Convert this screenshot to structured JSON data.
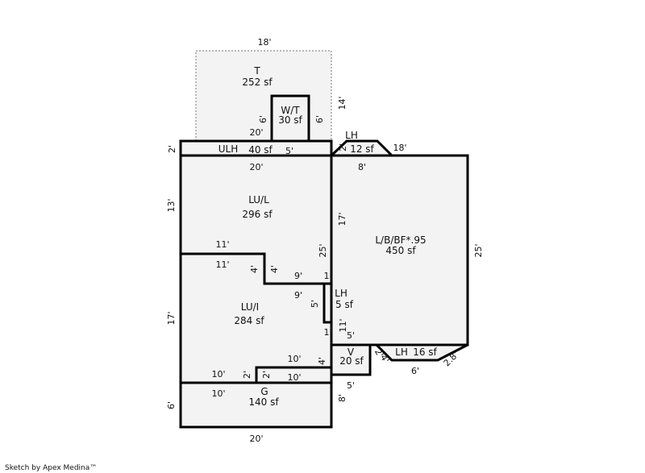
{
  "rooms": {
    "t": {
      "name": "T",
      "area": "252 sf"
    },
    "wt": {
      "name": "W/T",
      "area": "30 sf"
    },
    "ulh": {
      "name": "ULH",
      "area": "40 sf"
    },
    "lh_top": {
      "name": "LH",
      "area": "12 sf"
    },
    "lul": {
      "name": "LU/L",
      "area": "296 sf"
    },
    "lbf": {
      "name": "L/B/BF*.95",
      "area": "450 sf"
    },
    "lh_mid": {
      "name": "LH",
      "area": "5 sf"
    },
    "lui": {
      "name": "LU/I",
      "area": "284 sf"
    },
    "v": {
      "name": "V",
      "area": "20 sf"
    },
    "lh_bot": {
      "name": "LH",
      "area": "16 sf"
    },
    "g": {
      "name": "G",
      "area": "140 sf"
    }
  },
  "dims": {
    "t_top": "18'",
    "t_right": "14'",
    "wt_left": "6'",
    "wt_right": "6'",
    "t_bottom": "20'",
    "ulh_left": "2'",
    "ulh_inner": "5'",
    "lh_top_left": "2'",
    "lh_top_right": "18'",
    "lul_top": "20'",
    "lbf_top": "8'",
    "lul_left": "13'",
    "lbf_left": "17'",
    "lul_right": "25'",
    "lbf_right": "25'",
    "step_top_a": "11'",
    "step_top_b": "11'",
    "step_v_a": "4'",
    "step_v_b": "4'",
    "step_h_a": "9'",
    "step_h_b": "9'",
    "one_a": "1",
    "lh_mid_5": "5'",
    "one_b": "1",
    "lbf_11": "11'",
    "lbf_5": "5'",
    "lui_left": "17'",
    "g_10_top_r": "10'",
    "v_4": "4'",
    "g_10_top_l": "10'",
    "g_2_l": "2'",
    "g_2_r": "2'",
    "g_10_mid": "10'",
    "g_10_bot": "10'",
    "v_5": "5'",
    "v_8": "8'",
    "lh_bot_2": "2'",
    "lh_bot_4": "4'",
    "lh_bot_6": "6'",
    "lh_bot_28": "2.8'",
    "g_left": "6'",
    "g_bottom": "20'"
  },
  "credit": "Sketch by Apex Medina™"
}
